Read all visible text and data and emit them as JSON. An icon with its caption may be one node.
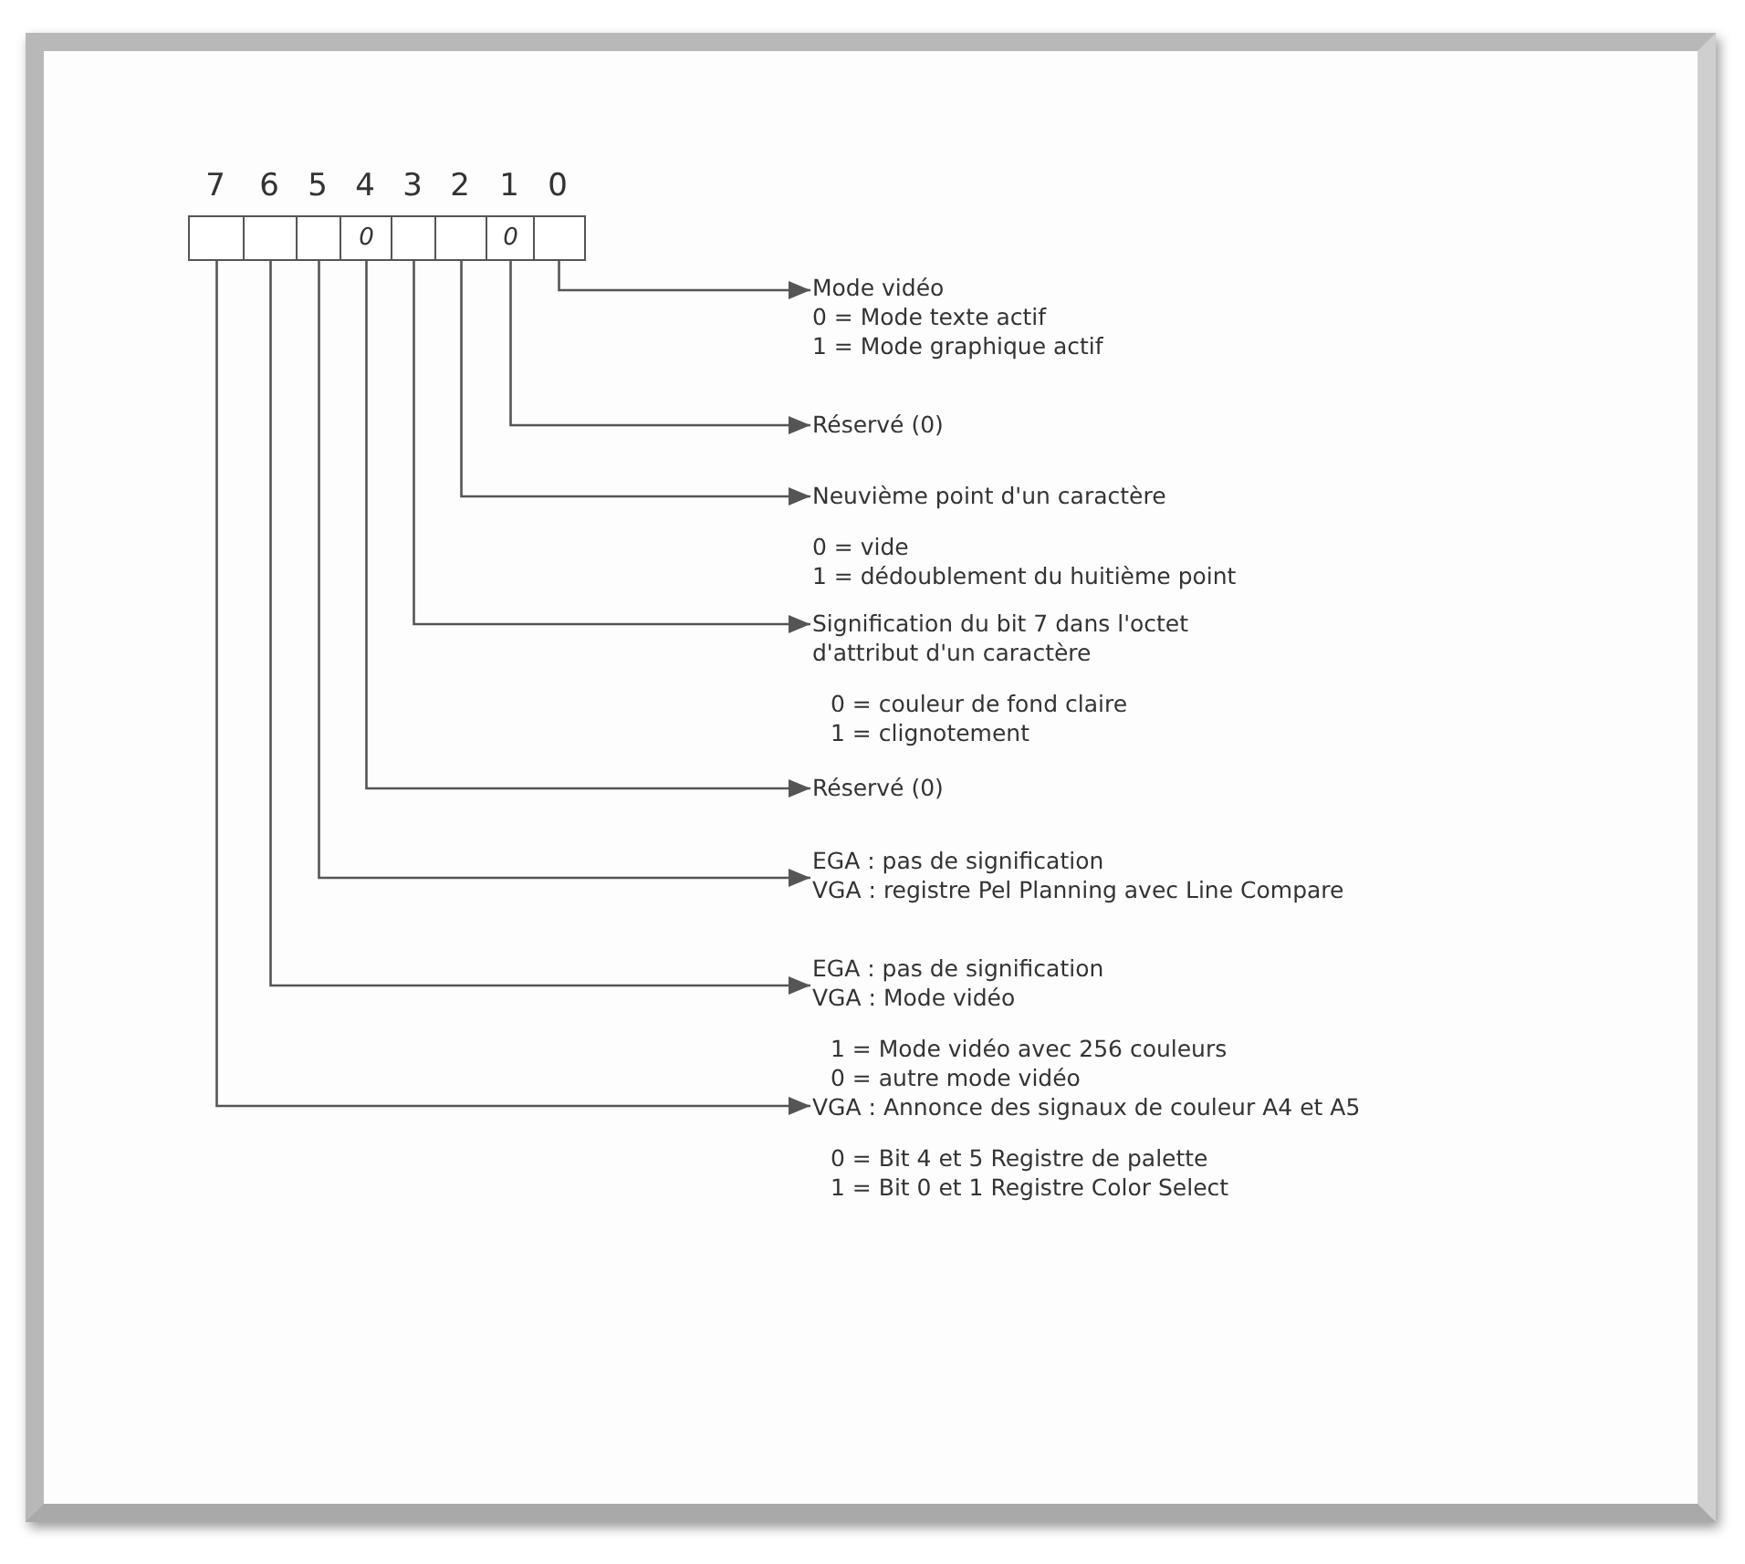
{
  "diagram": {
    "nodes": [
      {
        "text": [],
        "shape": "box"
      },
      {
        "text": [],
        "shape": "box"
      },
      {
        "text": [],
        "shape": "box"
      },
      {
        "text": [
          "0"
        ]
      },
      {
        "text": [],
        "shape": "box"
      },
      {
        "text": [],
        "shape": "box"
      },
      {
        "text": [
          "0"
        ]
      },
      {
        "text": [],
        "shape": "box"
      },
      {
        "text": [
          "Mode vidéo",
          "0 = Mode texte actif",
          "1 = Mode graphique actif"
        ]
      },
      {
        "text": [
          "Réservé (0)"
        ]
      },
      {
        "text": [
          "Neuvième point d'un caractère",
          "0 = vide",
          "1 = dédoublement du huitième point"
        ]
      },
      {
        "text": [
          "Signification du bit 7 dans l'octet d'attribut d'un caractère",
          "0 = couleur de fond claire",
          "1 = clignotement"
        ]
      },
      {
        "text": [
          "Réservé (0)"
        ]
      },
      {
        "text": [
          "EGA : pas de signification",
          "VGA : registre Pel Planning avec Line Compare"
        ]
      },
      {
        "text": [
          "EGA : pas de signification",
          "VGA : Mode vidéo",
          "1 = Mode vidéo avec 256 couleurs",
          "0 = autre mode vidéo"
        ]
      },
      {
        "text": [
          "VGA : Annonce des signaux de couleur A4 et A5",
          "0 = Bit 4 et 5 Registre de palette",
          "1 = Bit 0 et 1 Registre Color Select"
        ]
      }
    ],
    "edges": [
      {
        "from": 7,
        "to": 8,
        "arrow": "to"
      },
      {
        "from": 6,
        "to": 9,
        "arrow": "to"
      },
      {
        "from": 5,
        "to": 10,
        "arrow": "to"
      },
      {
        "from": 4,
        "to": 11,
        "arrow": "to"
      },
      {
        "from": 3,
        "to": 12,
        "arrow": "to"
      },
      {
        "from": 2,
        "to": 13,
        "arrow": "to"
      },
      {
        "from": 1,
        "to": 14,
        "arrow": "to"
      },
      {
        "from": 0,
        "to": 15,
        "arrow": "to"
      }
    ],
    "labels": [
      "7",
      "6",
      "5",
      "4",
      "3",
      "2",
      "1",
      "0"
    ]
  }
}
